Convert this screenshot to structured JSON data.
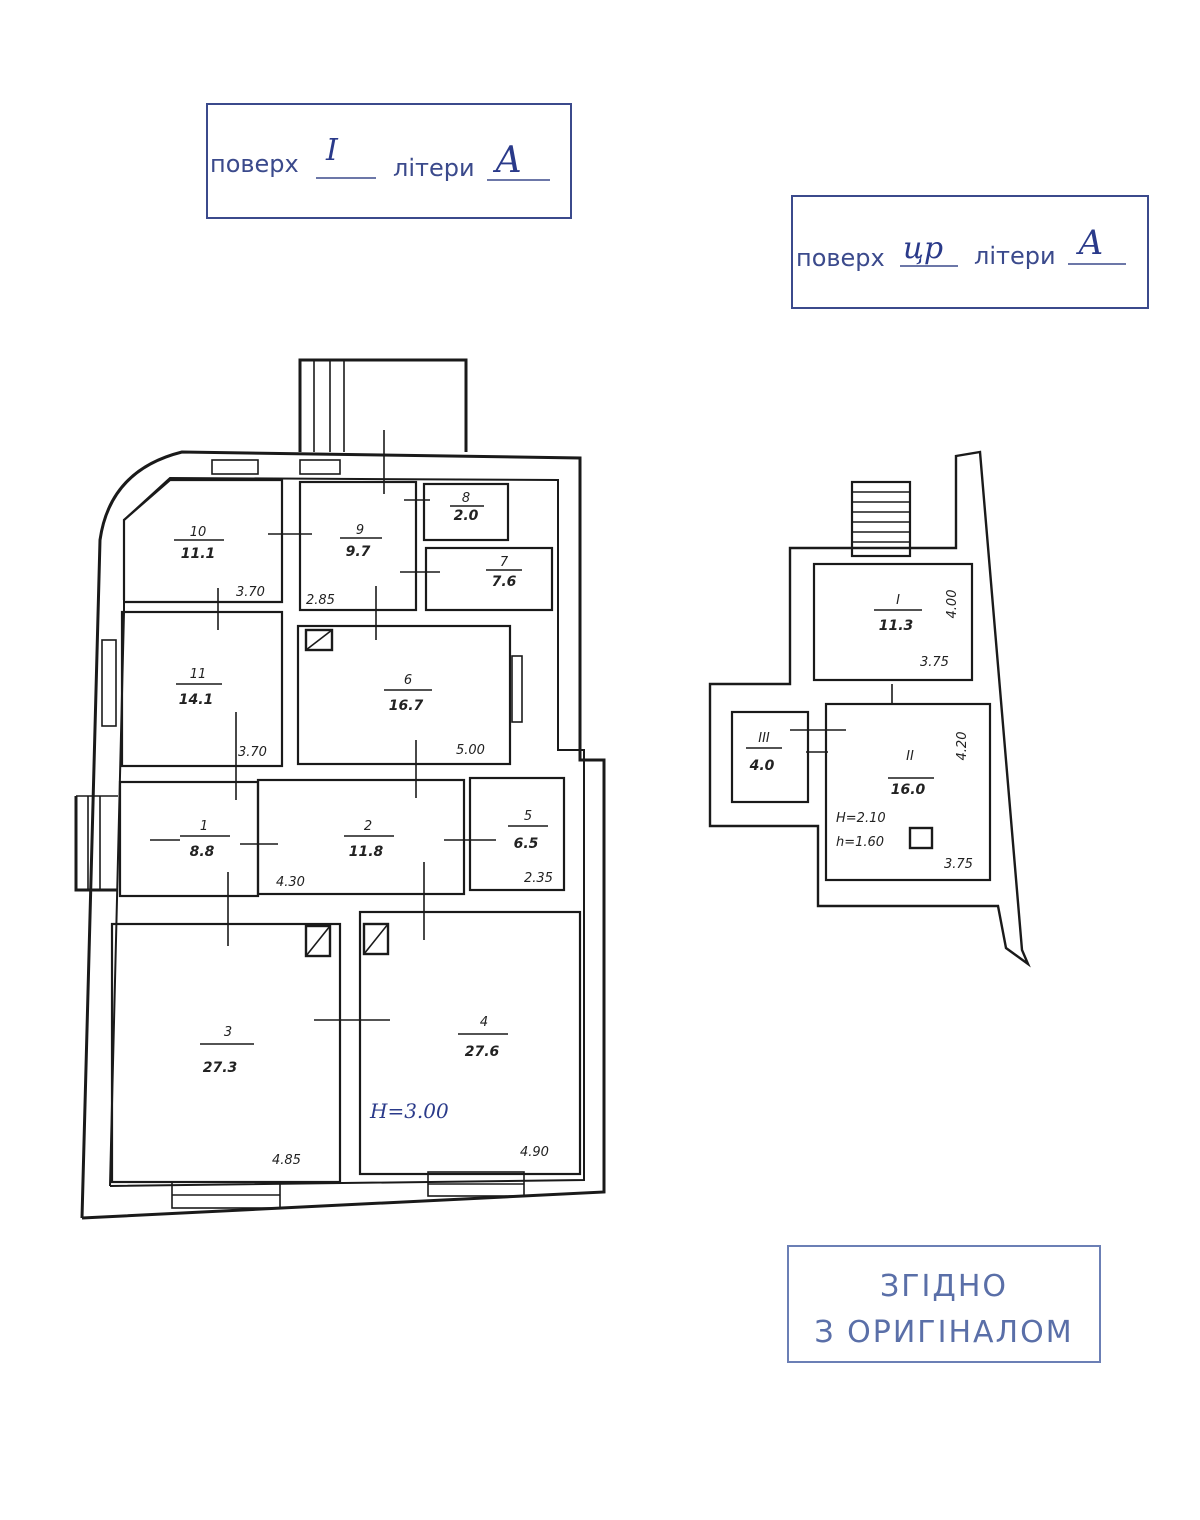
{
  "stamps": {
    "floor1": {
      "floor_label": "поверх",
      "floor_value": "I",
      "letter_label": "літери",
      "letter_value": "А"
    },
    "basement": {
      "floor_label": "поверх",
      "floor_value": "цр",
      "letter_label": "літери",
      "letter_value": "А"
    },
    "certify": {
      "line1": "ЗГІДНО",
      "line2": "З ОРИГІНАЛОМ"
    }
  },
  "floor1": {
    "rooms": [
      {
        "number": "10",
        "area": "11.1"
      },
      {
        "number": "9",
        "area": "9.7"
      },
      {
        "number": "8",
        "area": "2.0"
      },
      {
        "number": "7",
        "area": "7.6"
      },
      {
        "number": "11",
        "area": "14.1"
      },
      {
        "number": "6",
        "area": "16.7"
      },
      {
        "number": "1",
        "area": "8.8"
      },
      {
        "number": "2",
        "area": "11.8"
      },
      {
        "number": "5",
        "area": "6.5"
      },
      {
        "number": "3",
        "area": "27.3"
      },
      {
        "number": "4",
        "area": "27.6"
      }
    ],
    "dims": [
      "3.70",
      "2.85",
      "3.70",
      "5.00",
      "4.30",
      "2.35",
      "4.85",
      "4.90"
    ],
    "height_note": "Н=3.00"
  },
  "basement": {
    "rooms": [
      {
        "number": "I",
        "area": "11.3"
      },
      {
        "number": "III",
        "area": "4.0"
      },
      {
        "number": "II",
        "area": "16.0"
      }
    ],
    "dims": [
      "4.00",
      "3.75",
      "4.20",
      "3.75"
    ],
    "notes": [
      "Н=2.10",
      "h=1.60"
    ]
  }
}
